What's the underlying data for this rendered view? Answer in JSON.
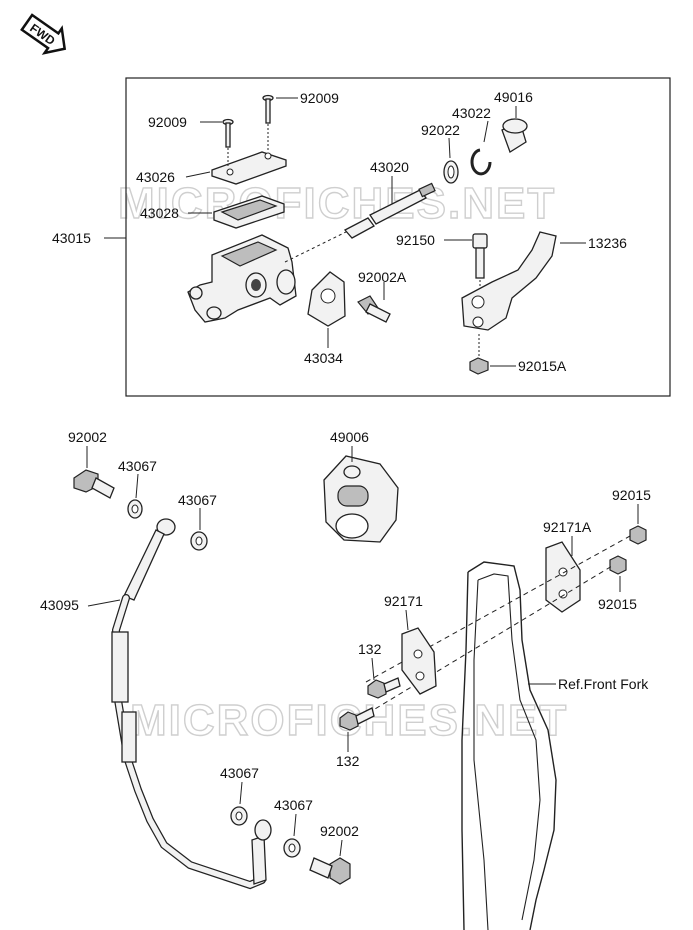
{
  "direction_badge": "FWD",
  "watermark": "MICROFICHES.NET",
  "labels": {
    "p92009a": "92009",
    "p92009b": "92009",
    "p49016": "49016",
    "p43022": "43022",
    "p92022": "92022",
    "p43026": "43026",
    "p43020": "43020",
    "p43028": "43028",
    "p43015": "43015",
    "p92150": "92150",
    "p13236": "13236",
    "p92002A": "92002A",
    "p43034": "43034",
    "p92015A": "92015A",
    "p92002a": "92002",
    "p43067a": "43067",
    "p43067b": "43067",
    "p49006": "49006",
    "p92015a": "92015",
    "p92171A": "92171A",
    "p92015b": "92015",
    "p43095": "43095",
    "p92171": "92171",
    "p132a": "132",
    "ref_front_fork": "Ref.Front Fork",
    "p132b": "132",
    "p43067c": "43067",
    "p43067d": "43067",
    "p92002b": "92002"
  }
}
